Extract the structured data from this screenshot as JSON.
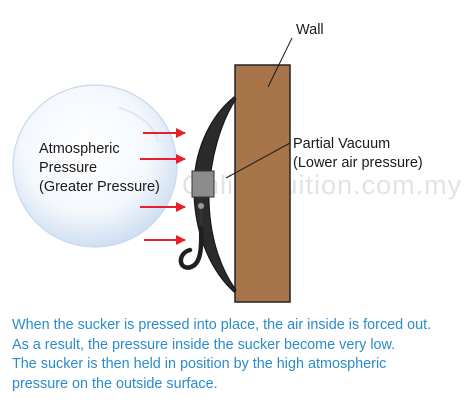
{
  "labels": {
    "wall": "Wall",
    "partial_vacuum": "Partial Vacuum",
    "lower_air_pressure": "(Lower air pressure)",
    "atmospheric": "Atmospheric",
    "pressure": "Pressure",
    "greater_pressure": "(Greater Pressure)"
  },
  "watermark": "OnlineTuition.com.my",
  "caption": {
    "line1": "When the sucker is pressed into place, the air inside is forced out.",
    "line2": "As a result, the pressure inside the sucker become very low.",
    "line3": "The sucker is then held in position by the high atmospheric",
    "line4": "pressure on the outside surface."
  },
  "colors": {
    "wall_fill": "#a8744a",
    "arrow": "#e8202a",
    "caption_text": "#2a8ccc",
    "bubble_edge": "#c6d9ef"
  }
}
